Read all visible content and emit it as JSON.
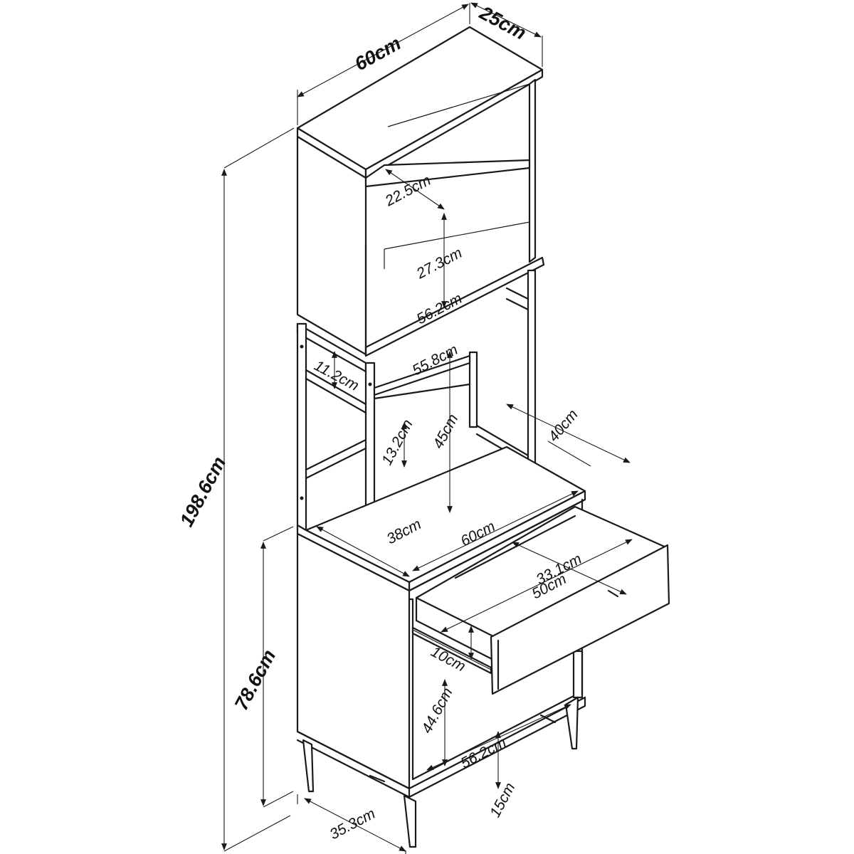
{
  "labels": {
    "width_top": "60cm",
    "depth_top": "25cm",
    "shelf_depth": "22.5cm",
    "shelf_gap": "27.3cm",
    "shelf_width": "56.2cm",
    "inner_width": "55.8cm",
    "gap_small": "11.2cm",
    "side_height": "13.2cm",
    "opening_height": "45cm",
    "desk_depth": "40cm",
    "total_height": "198.6cm",
    "lower_depth": "38cm",
    "desk_width": "60cm",
    "drawer_depth": "33.1cm",
    "drawer_width": "50cm",
    "drawer_height": "10cm",
    "lower_height": "78.6cm",
    "cabinet_height": "44.6cm",
    "bottom_width": "56.2cm",
    "leg_height": "15cm",
    "base_depth": "35.3cm"
  }
}
